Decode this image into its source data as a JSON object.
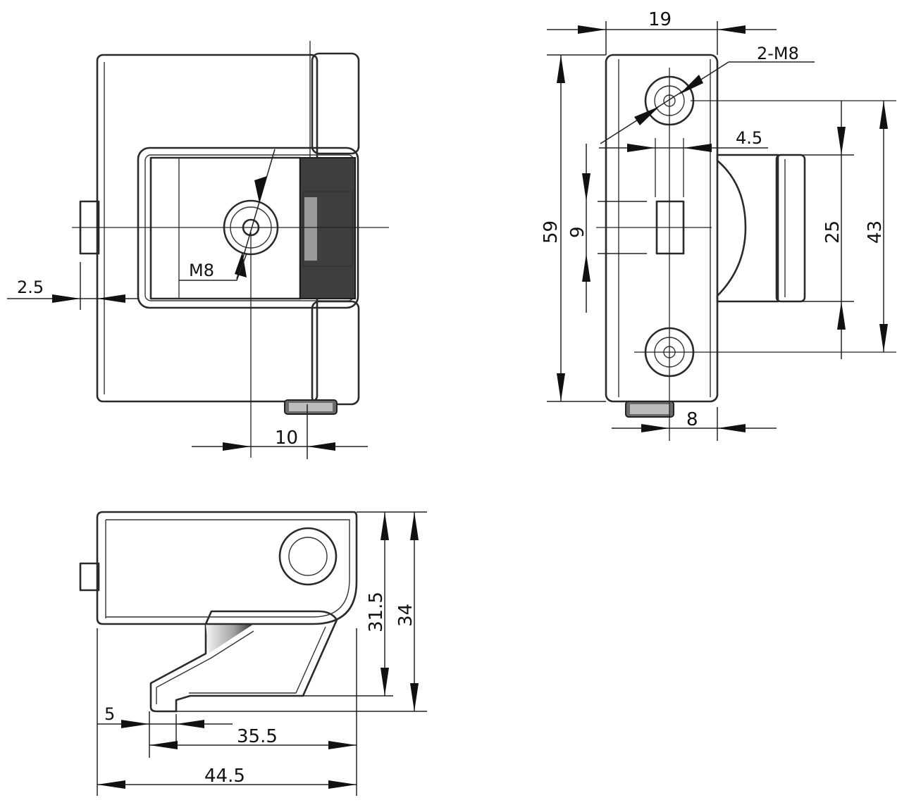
{
  "dimensions": {
    "front_top": "19",
    "front_thread": "2-M8",
    "front_inset": "4.5",
    "front_height": "59",
    "front_slot": "9",
    "front_span_25": "25",
    "front_span_43": "43",
    "front_bottom": "8",
    "side_offset": "2.5",
    "side_thread": "M8",
    "side_bottom": "10",
    "top_height_1": "31.5",
    "top_height_2": "34",
    "top_offset": "5",
    "top_width_1": "35.5",
    "top_width_2": "44.5"
  }
}
